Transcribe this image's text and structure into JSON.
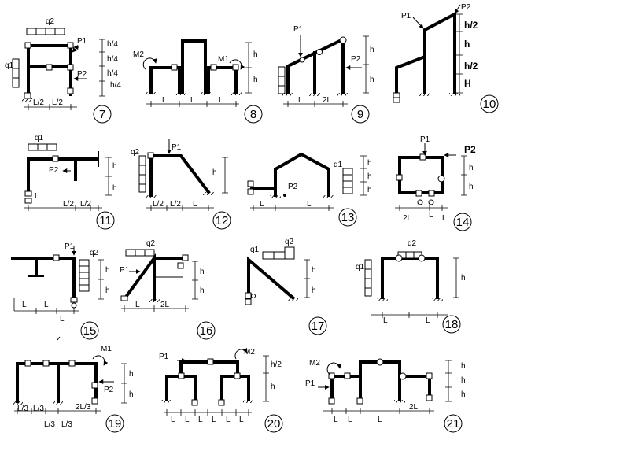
{
  "problems": [
    {
      "number": "7",
      "labels": {
        "q2": "q2",
        "q1": "q1",
        "P1": "P1",
        "P2": "P2",
        "h1": "h/4",
        "h2": "h/4",
        "h3": "h/4",
        "h4": "h/4",
        "span1": "L/2",
        "span2": "L/2"
      }
    },
    {
      "number": "8",
      "labels": {
        "M2": "M2",
        "M1": "M1",
        "h1": "h",
        "h2": "h",
        "s1": "L",
        "s2": "L",
        "s3": "L"
      }
    },
    {
      "number": "9",
      "labels": {
        "P1": "P1",
        "P2": "P2",
        "h1": "h",
        "h2": "h",
        "s1": "L",
        "s2": "2L"
      }
    },
    {
      "number": "10",
      "labels": {
        "P1": "P1",
        "P2": "P2",
        "h1": "h/2",
        "h2": "h",
        "h3": "h/2",
        "h4": "H"
      }
    },
    {
      "number": "11",
      "labels": {
        "q1": "q1",
        "P2": "P2",
        "h1": "h",
        "h2": "h",
        "s1": "L",
        "s2": "L/2",
        "s3": "L/2"
      }
    },
    {
      "number": "12",
      "labels": {
        "q2": "q2",
        "P1": "P1",
        "h": "h",
        "s1": "L/2",
        "s2": "L/2",
        "s3": "L"
      }
    },
    {
      "number": "13",
      "labels": {
        "q1": "q1",
        "P2": "P2",
        "h1": "h",
        "h2": "h",
        "h3": "h",
        "s1": "L",
        "s2": "L"
      }
    },
    {
      "number": "14",
      "labels": {
        "P1": "P1",
        "P2": "P2",
        "h1": "h",
        "h2": "h",
        "s1": "2L",
        "s2": "L",
        "s3": "L"
      }
    },
    {
      "number": "15",
      "labels": {
        "P1": "P1",
        "q2": "q2",
        "h1": "h",
        "h2": "h",
        "s1": "L",
        "s2": "L",
        "s3": "L"
      }
    },
    {
      "number": "16",
      "labels": {
        "q2": "q2",
        "P1": "P1",
        "h1": "h",
        "h2": "h",
        "s1": "L",
        "s2": "2L"
      }
    },
    {
      "number": "17",
      "labels": {
        "q1": "q1",
        "q2": "q2",
        "h1": "h",
        "h2": "h"
      }
    },
    {
      "number": "18",
      "labels": {
        "q1": "q1",
        "q2": "q2",
        "h": "h",
        "s1": "L",
        "s2": "L"
      }
    },
    {
      "number": "19",
      "labels": {
        "M1": "M1",
        "P2": "P2",
        "h1": "h",
        "h2": "h",
        "s1": "L/3",
        "s2": "L/3",
        "s3": "L/3",
        "s4": "L/3",
        "s5": "2L/3"
      }
    },
    {
      "number": "20",
      "labels": {
        "P1": "P1",
        "M2": "M2",
        "h1": "h/2",
        "h2": "h",
        "s1": "L",
        "s2": "L",
        "s3": "L",
        "s4": "L",
        "s5": "L",
        "s6": "L"
      }
    },
    {
      "number": "21",
      "labels": {
        "M2": "M2",
        "P1": "P1",
        "h1": "h",
        "h2": "h",
        "h3": "h",
        "s1": "L",
        "s2": "L",
        "s3": "L",
        "s4": "2L"
      }
    }
  ]
}
